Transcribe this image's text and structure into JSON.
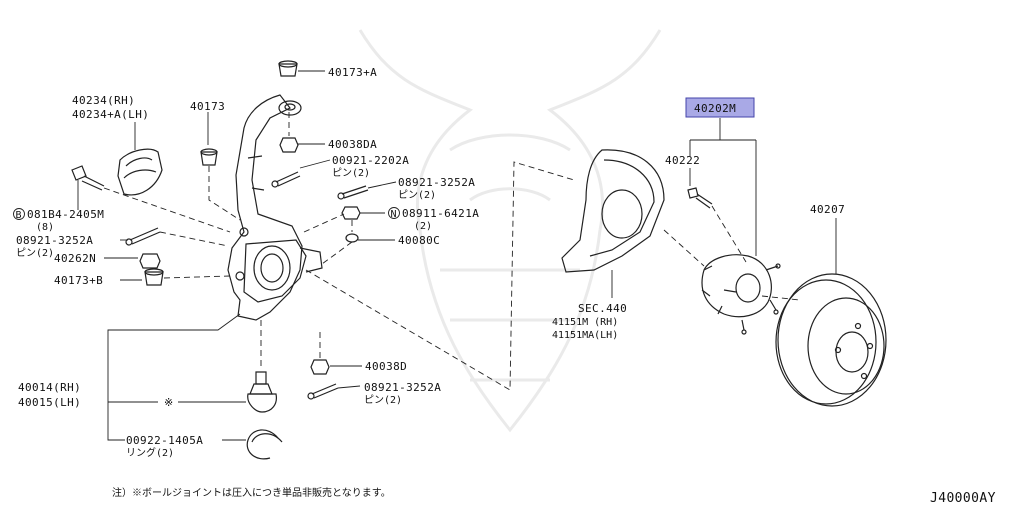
{
  "diagram_id": "J40000AY",
  "note": "注）※ボールジョイントは圧入につき単品非販売となります。",
  "labels": {
    "p40173a": "40173+A",
    "p40234rh": "40234(RH)",
    "p40234lh": "40234+A(LH)",
    "p40173": "40173",
    "p40038da": "40038DA",
    "p00921": "00921-2202A",
    "p00921_sub": "ピン(2)",
    "p08921_mid": "08921-3252A",
    "p08921_mid_sub": "ピン(2)",
    "p08911": "08911-6421A",
    "p08911_sub": "(2)",
    "p40080c": "40080C",
    "p081b4": "081B4-2405M",
    "p081b4_sub": "(8)",
    "p08921_left": "08921-3252A",
    "p08921_left_sub": "ピン(2)",
    "p40262n": "40262N",
    "p40173b": "40173+B",
    "p40014": "40014(RH)",
    "p40015": "40015(LH)",
    "p40038d": "40038D",
    "p08921_low": "08921-3252A",
    "p08921_low_sub": "ピン(2)",
    "p00922": "00922-1405A",
    "p00922_sub": "リング(2)",
    "sec440": "SEC.440",
    "p41151m": "41151M (RH)",
    "p41151ma": "41151MA(LH)",
    "p40202m": "40202M",
    "p40222": "40222",
    "p40207": "40207"
  },
  "markers": {
    "b": "B",
    "n": "N"
  },
  "colors": {
    "highlight_fill": "#a9a9e6",
    "highlight_border": "#4444aa"
  }
}
